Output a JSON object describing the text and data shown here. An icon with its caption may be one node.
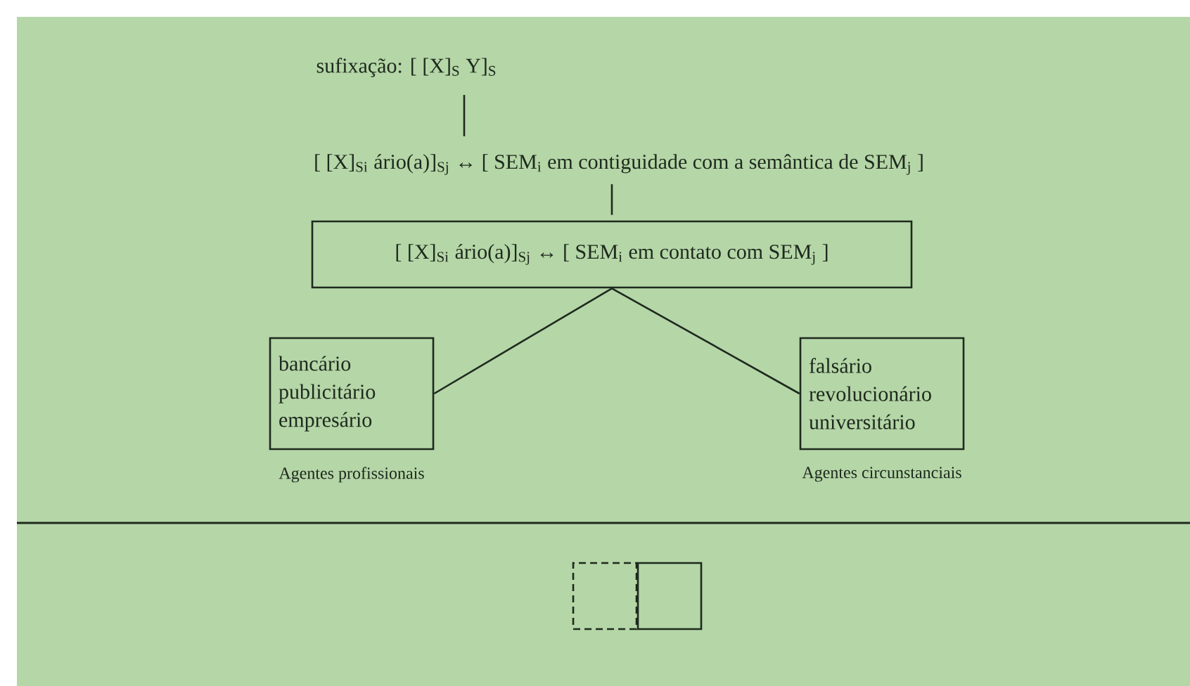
{
  "diagram": {
    "nodes": [
      {
        "text": [
          "sufixação: [ [X]$_{S}$ Y]$_{S}$"
        ]
      },
      {
        "text": [
          "[ [X]$_{Si}$ ário(a)]$_{Sj}$ ↔ [ SEM$_{i}$ em contiguidade com a semântica de SEM$_{j}$ ]"
        ]
      },
      {
        "text": [
          "[ [X]$_{Si}$ ário(a)]$_{Sj}$ ↔ [ SEM$_{i}$ em contato com SEM$_{j}$ ]"
        ]
      },
      {
        "text": [
          "bancário publicitário empresário"
        ],
        "beside": [
          "Agentes profissionais"
        ]
      },
      {
        "text": [
          "falsário revolucionário universitário"
        ],
        "beside": [
          "Agentes circunstanciais"
        ]
      },
      {
        "text": [],
        "shape": "box"
      },
      {
        "text": [],
        "shape": "box"
      }
    ],
    "edges": [
      {
        "from": 0,
        "to": 1,
        "arrow": "none"
      },
      {
        "from": 1,
        "to": 2,
        "arrow": "none"
      },
      {
        "from": 2,
        "to": 3,
        "arrow": "none"
      },
      {
        "from": 2,
        "to": 4,
        "arrow": "none"
      }
    ]
  }
}
